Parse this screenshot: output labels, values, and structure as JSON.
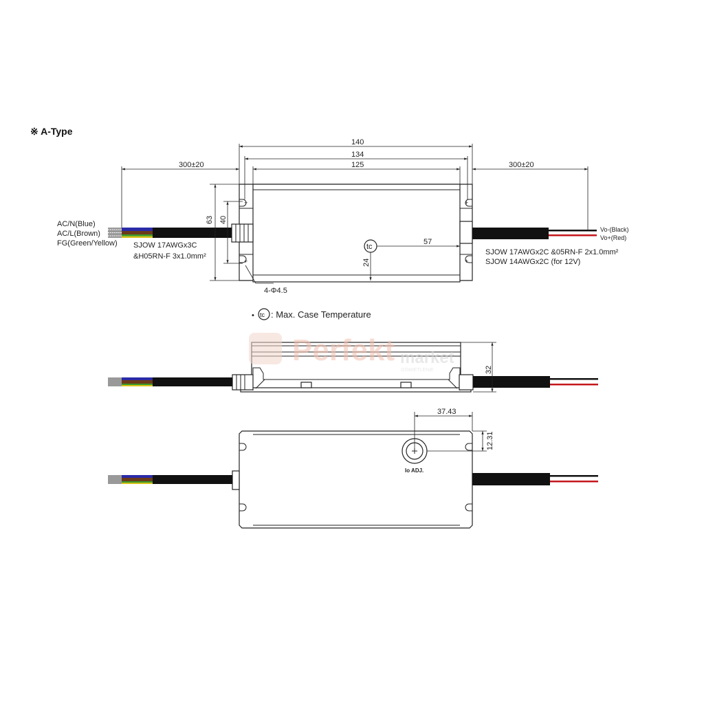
{
  "title": "※ A-Type",
  "top_view": {
    "dims": {
      "overall": "140",
      "mount": "134",
      "body": "125",
      "left_cable": "300±20",
      "right_cable": "300±20",
      "height": "63",
      "hole_spacing": "40",
      "tc_x": "57",
      "tc_y": "24",
      "holes": "4-Φ4.5"
    },
    "input_wires": [
      "AC/N(Blue)",
      "AC/L(Brown)",
      "FG(Green/Yellow)"
    ],
    "input_cable": [
      "SJOW 17AWGx3C",
      "&H05RN-F 3x1.0mm²"
    ],
    "output_wires": [
      "Vo-(Black)",
      "Vo+(Red)"
    ],
    "output_cable": [
      "SJOW 17AWGx2C &05RN-F 2x1.0mm²",
      "SJOW 14AWGx2C (for 12V)"
    ],
    "tc_symbol": "tc"
  },
  "legend": {
    "bullet": "•",
    "symbol": "tc",
    "text": ": Max. Case Temperature"
  },
  "side_view": {
    "dims": {
      "height": "32"
    }
  },
  "bottom_view": {
    "dims": {
      "adj_x": "37.43",
      "adj_y": "12.31"
    },
    "adj_label": "Io  ADJ."
  },
  "watermark": {
    "brand": "Perfekt",
    "sub": "market",
    "tag": "OŚWIETLENIE"
  },
  "colors": {
    "blue": "#2a2aa8",
    "brown": "#6b3b1a",
    "green": "#3a9a2a",
    "yellow": "#d8c21a",
    "red": "#c4161c",
    "cable": "#111111"
  }
}
